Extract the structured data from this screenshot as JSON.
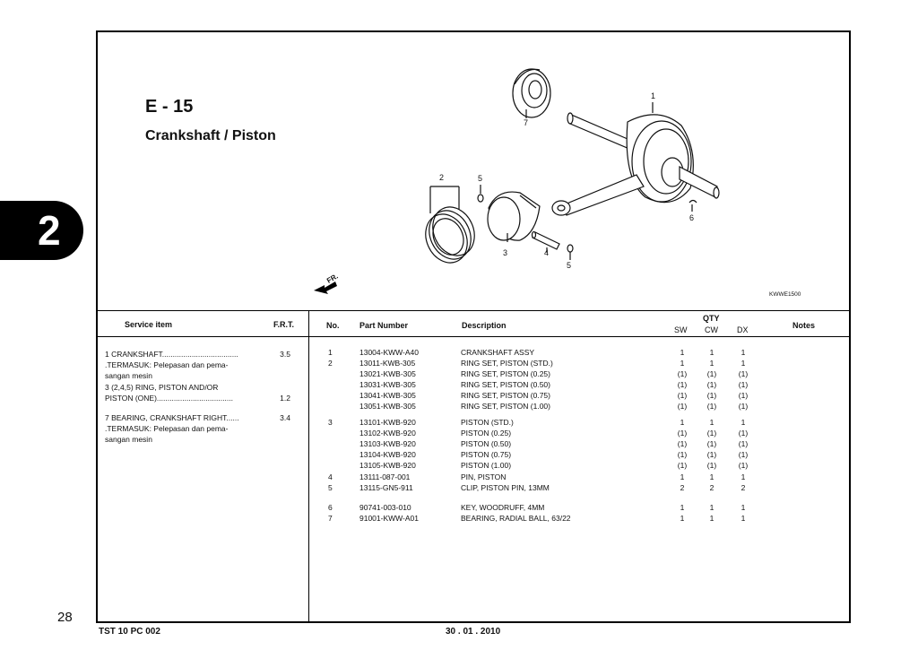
{
  "section": {
    "code": "E - 15",
    "title": "Crankshaft / Piston",
    "chapter_tab": "2",
    "page_number": "28",
    "figure_code": "KWWE1500"
  },
  "diagram": {
    "callouts": [
      "1",
      "2",
      "3",
      "4",
      "5",
      "5",
      "6",
      "7"
    ],
    "front_label": "FR."
  },
  "table": {
    "headers": {
      "service_item": "Service item",
      "frt": "F.R.T.",
      "no": "No.",
      "part_number": "Part Number",
      "description": "Description",
      "qty": "QTY",
      "sw": "SW",
      "cw": "CW",
      "dx": "DX",
      "notes": "Notes"
    },
    "service_items": [
      {
        "text": "1   CRANKSHAFT....................................",
        "frt": "3.5"
      },
      {
        "text": "    .TERMASUK: Pelepasan dan pema-",
        "frt": ""
      },
      {
        "text": "      sangan mesin",
        "frt": ""
      },
      {
        "text": "3   (2,4,5) RING, PISTON AND/OR",
        "frt": ""
      },
      {
        "text": "    PISTON (ONE)....................................",
        "frt": "1.2"
      },
      {
        "text": "7   BEARING, CRANKSHAFT  RIGHT......",
        "frt": "3.4"
      },
      {
        "text": "    .TERMASUK: Pelepasan dan pema-",
        "frt": ""
      },
      {
        "text": "      sangan mesin",
        "frt": ""
      }
    ],
    "parts": [
      {
        "no": "1",
        "pn": "13004-KWW-A40",
        "desc": "CRANKSHAFT ASSY",
        "sw": "1",
        "cw": "1",
        "dx": "1"
      },
      {
        "no": "2",
        "pn": "13011-KWB-305",
        "desc": "RING SET, PISTON (STD.)",
        "sw": "1",
        "cw": "1",
        "dx": "1"
      },
      {
        "no": "",
        "pn": "13021-KWB-305",
        "desc": "RING SET, PISTON (0.25)",
        "sw": "(1)",
        "cw": "(1)",
        "dx": "(1)"
      },
      {
        "no": "",
        "pn": "13031-KWB-305",
        "desc": "RING SET, PISTON (0.50)",
        "sw": "(1)",
        "cw": "(1)",
        "dx": "(1)"
      },
      {
        "no": "",
        "pn": "13041-KWB-305",
        "desc": "RING SET, PISTON (0.75)",
        "sw": "(1)",
        "cw": "(1)",
        "dx": "(1)"
      },
      {
        "no": "",
        "pn": "13051-KWB-305",
        "desc": "RING SET, PISTON (1.00)",
        "sw": "(1)",
        "cw": "(1)",
        "dx": "(1)"
      },
      {
        "no": "3",
        "pn": "13101-KWB-920",
        "desc": "PISTON (STD.)",
        "sw": "1",
        "cw": "1",
        "dx": "1"
      },
      {
        "no": "",
        "pn": "13102-KWB-920",
        "desc": "PISTON (0.25)",
        "sw": "(1)",
        "cw": "(1)",
        "dx": "(1)"
      },
      {
        "no": "",
        "pn": "13103-KWB-920",
        "desc": "PISTON (0.50)",
        "sw": "(1)",
        "cw": "(1)",
        "dx": "(1)"
      },
      {
        "no": "",
        "pn": "13104-KWB-920",
        "desc": "PISTON (0.75)",
        "sw": "(1)",
        "cw": "(1)",
        "dx": "(1)"
      },
      {
        "no": "",
        "pn": "13105-KWB-920",
        "desc": "PISTON (1.00)",
        "sw": "(1)",
        "cw": "(1)",
        "dx": "(1)"
      },
      {
        "no": "4",
        "pn": "13111-087-001",
        "desc": "PIN, PISTON",
        "sw": "1",
        "cw": "1",
        "dx": "1"
      },
      {
        "no": "5",
        "pn": "13115-GN5-911",
        "desc": "CLIP, PISTON PIN, 13MM",
        "sw": "2",
        "cw": "2",
        "dx": "2"
      },
      {
        "no": "6",
        "pn": "90741-003-010",
        "desc": "KEY, WOODRUFF, 4MM",
        "sw": "1",
        "cw": "1",
        "dx": "1"
      },
      {
        "no": "7",
        "pn": "91001-KWW-A01",
        "desc": "BEARING, RADIAL BALL, 63/22",
        "sw": "1",
        "cw": "1",
        "dx": "1"
      }
    ]
  },
  "footer": {
    "doc_code": "TST 10 PC 002",
    "date": "30 . 01 . 2010"
  }
}
